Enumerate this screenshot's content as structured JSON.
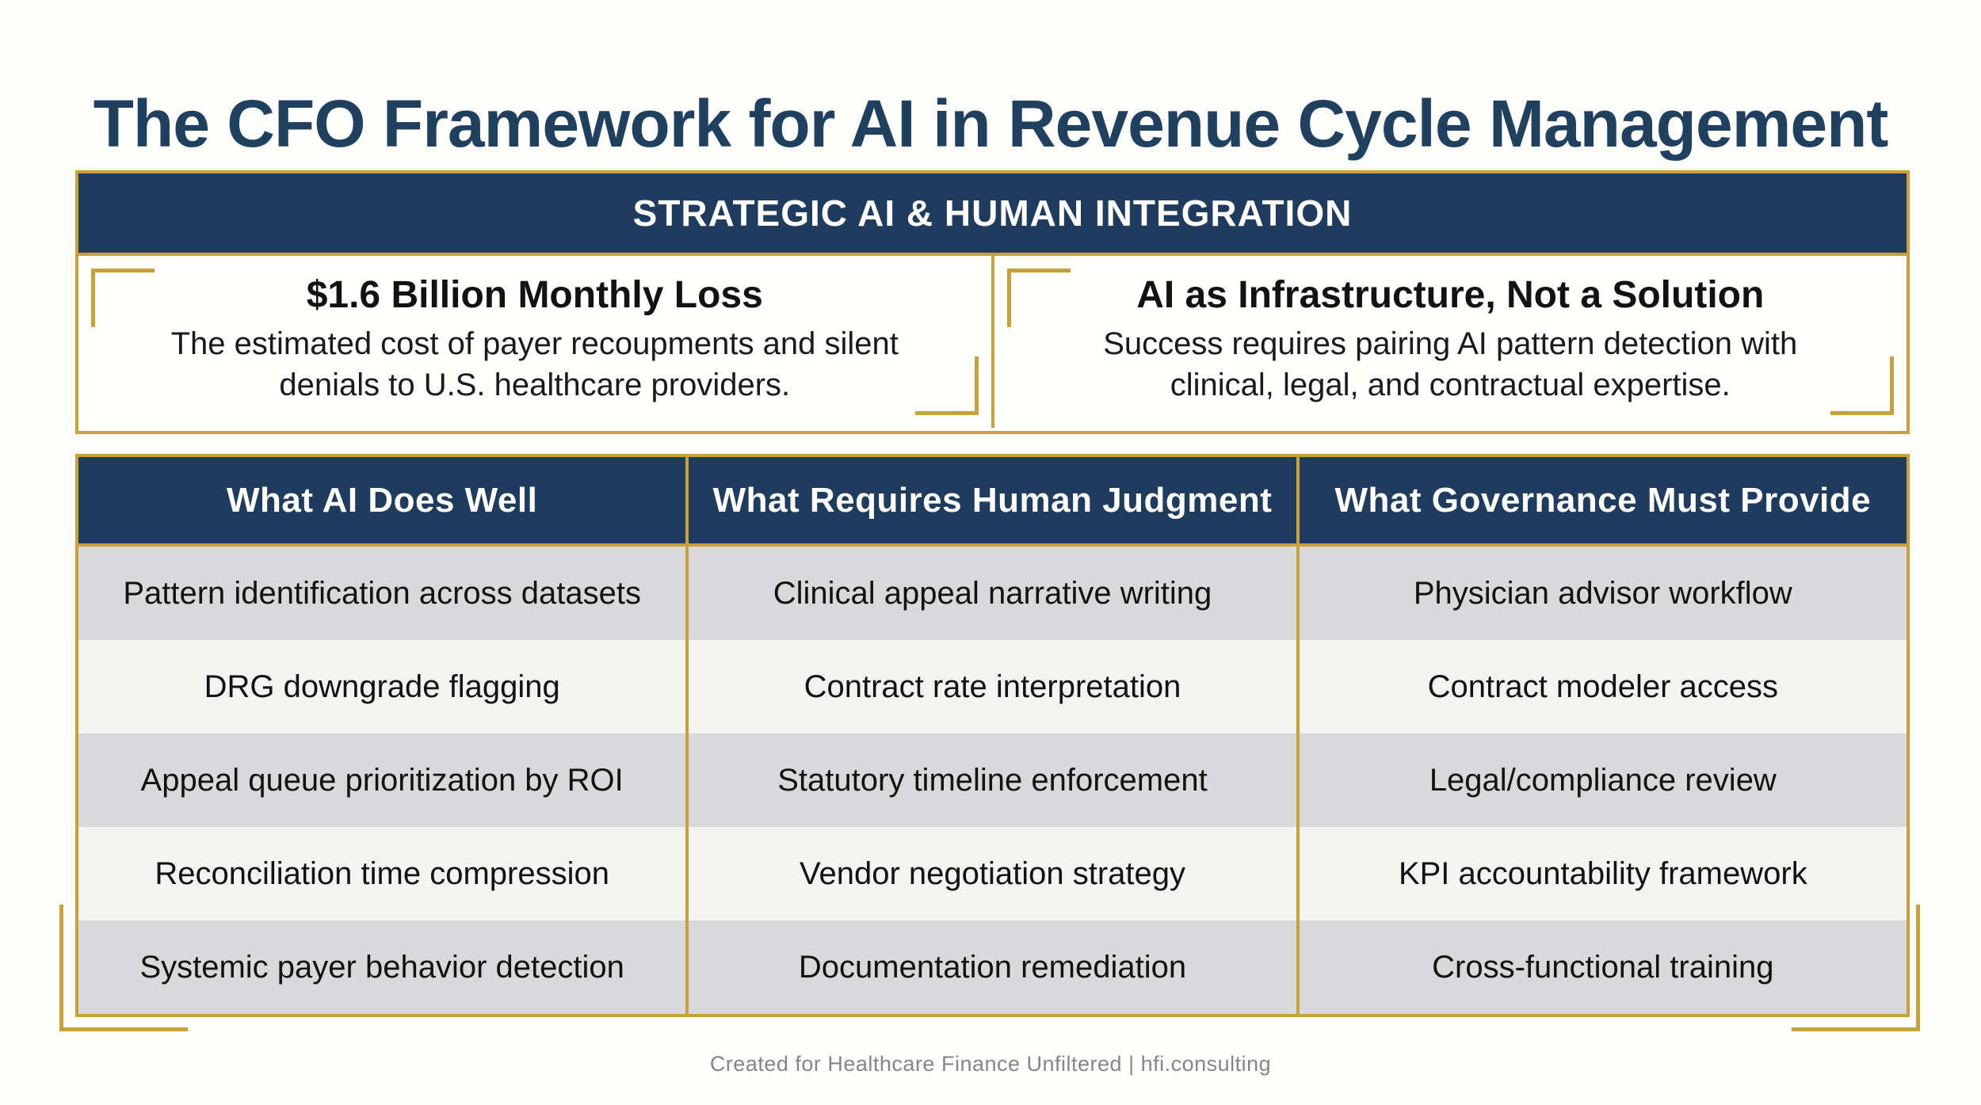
{
  "page": {
    "title": "The CFO Framework for AI in Revenue Cycle Management",
    "footer": "Created for Healthcare Finance Unfiltered | hfi.consulting"
  },
  "strategic_section": {
    "header": "STRATEGIC AI & HUMAN INTEGRATION",
    "cards": [
      {
        "heading": "$1.6 Billion Monthly Loss",
        "body": "The estimated cost of payer recoupments and silent denials to U.S. healthcare providers."
      },
      {
        "heading": "AI as Infrastructure, Not a Solution",
        "body": "Success requires pairing AI pattern detection with clinical, legal, and contractual expertise."
      }
    ]
  },
  "table": {
    "columns": [
      "What AI Does Well",
      "What Requires Human Judgment",
      "What Governance Must Provide"
    ],
    "rows": [
      [
        "Pattern identification across datasets",
        "Clinical appeal narrative writing",
        "Physician advisor workflow"
      ],
      [
        "DRG downgrade flagging",
        "Contract rate interpretation",
        "Contract modeler access"
      ],
      [
        "Appeal queue prioritization by ROI",
        "Statutory timeline enforcement",
        "Legal/compliance review"
      ],
      [
        "Reconciliation time compression",
        "Vendor negotiation strategy",
        "KPI accountability framework"
      ],
      [
        "Systemic payer behavior detection",
        "Documentation remediation",
        "Cross-functional training"
      ]
    ]
  },
  "colors": {
    "navy": "#1f3b5e",
    "gold": "#c8a13b",
    "row_dark": "#d9d9db",
    "row_light": "#f3f3f1"
  }
}
